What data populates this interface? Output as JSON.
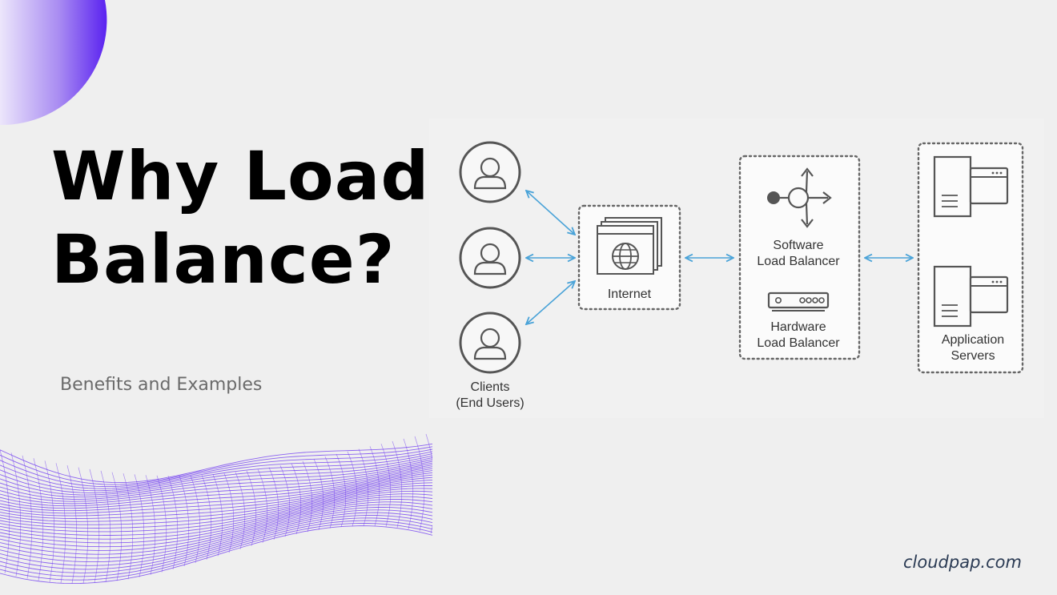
{
  "slide": {
    "title_line1": "Why Load",
    "title_line2": "Balance?",
    "subtitle": "Benefits and Examples",
    "brand": "cloudpap.com"
  },
  "diagram": {
    "clients_label_line1": "Clients",
    "clients_label_line2": "(End Users)",
    "internet_label": "Internet",
    "software_lb_line1": "Software",
    "software_lb_line2": "Load Balancer",
    "hardware_lb_line1": "Hardware",
    "hardware_lb_line2": "Load Balancer",
    "servers_line1": "Application",
    "servers_line2": "Servers"
  },
  "colors": {
    "accent_purple": "#6a33f0",
    "arrow_blue": "#4aa3d8",
    "title": "#000000",
    "subtitle": "#6a6a6a",
    "brand": "#2b3b54"
  }
}
